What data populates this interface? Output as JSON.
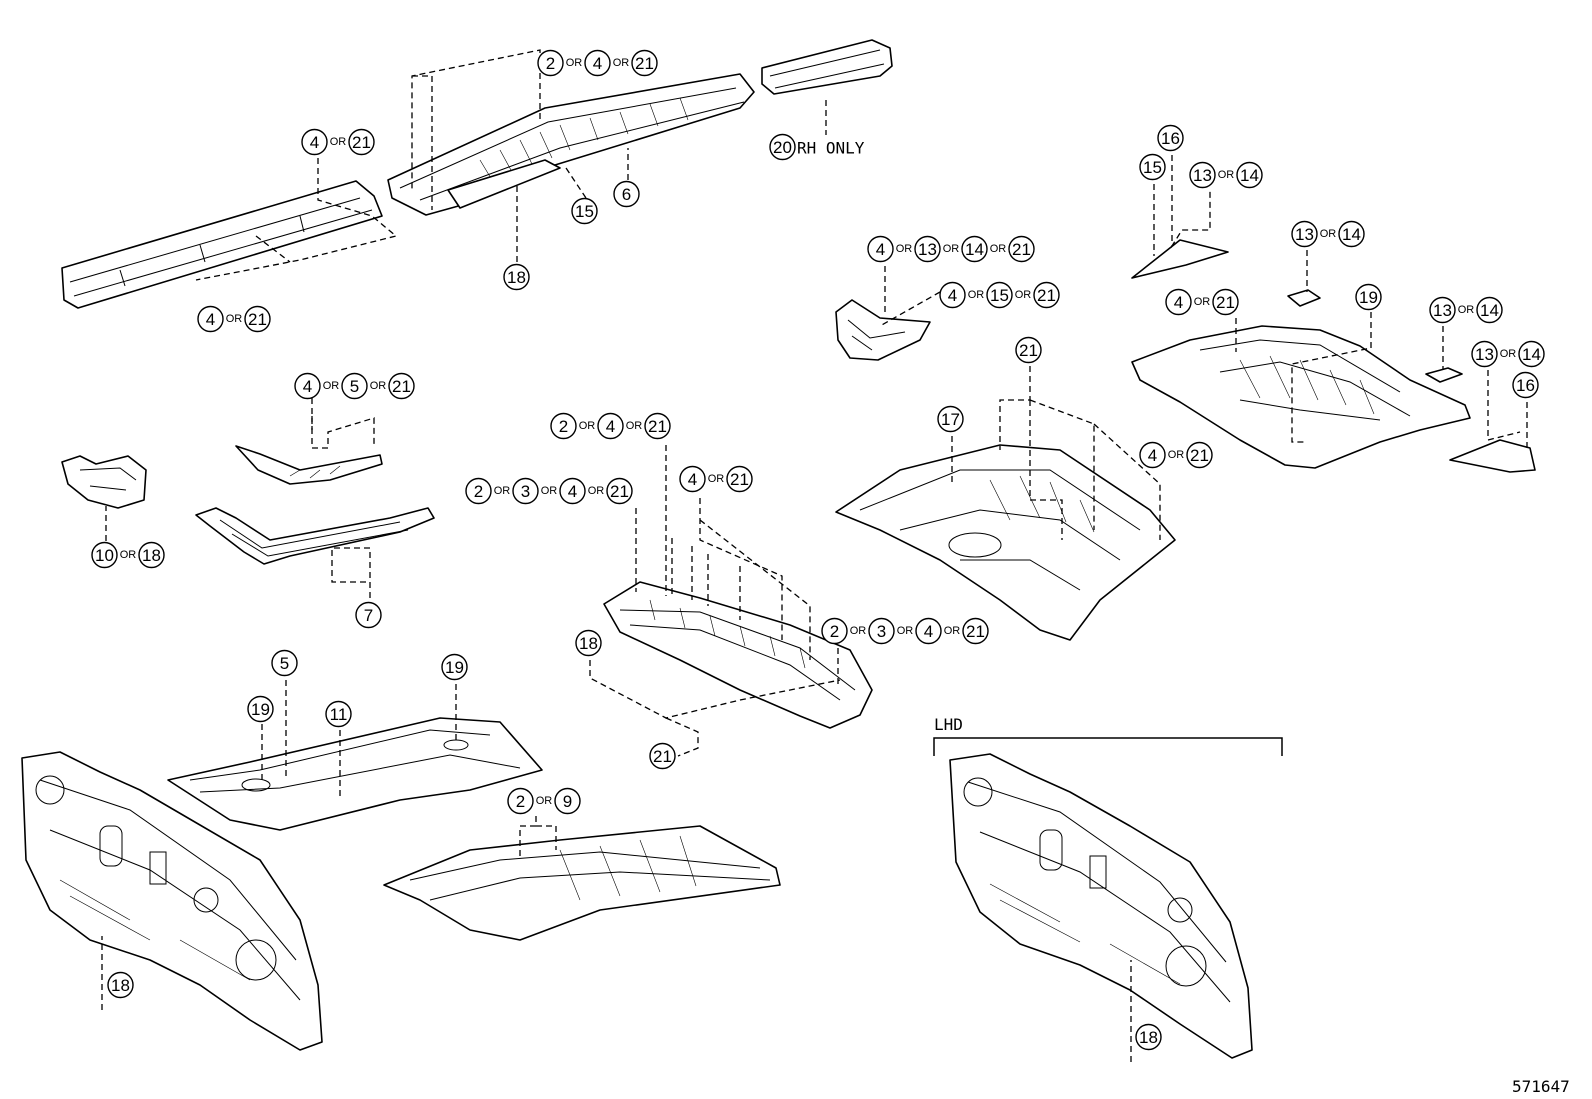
{
  "diagram": {
    "section_label": "LHD",
    "figure_number": "571647",
    "callouts": [
      {
        "id": "c1",
        "parts": [
          "2",
          "4",
          "21"
        ]
      },
      {
        "id": "c2",
        "parts": [
          "20"
        ],
        "suffix": "RH ONLY"
      },
      {
        "id": "c3",
        "parts": [
          "4",
          "21"
        ]
      },
      {
        "id": "c4",
        "parts": [
          "15"
        ]
      },
      {
        "id": "c5",
        "parts": [
          "6"
        ]
      },
      {
        "id": "c6",
        "parts": [
          "18"
        ]
      },
      {
        "id": "c7",
        "parts": [
          "4",
          "21"
        ]
      },
      {
        "id": "c8",
        "parts": [
          "16"
        ]
      },
      {
        "id": "c9",
        "parts": [
          "15"
        ]
      },
      {
        "id": "c10",
        "parts": [
          "13",
          "14"
        ]
      },
      {
        "id": "c11",
        "parts": [
          "13",
          "14"
        ]
      },
      {
        "id": "c12",
        "parts": [
          "4",
          "13",
          "14",
          "21"
        ]
      },
      {
        "id": "c13",
        "parts": [
          "4",
          "15",
          "21"
        ]
      },
      {
        "id": "c14",
        "parts": [
          "4",
          "21"
        ]
      },
      {
        "id": "c15",
        "parts": [
          "19"
        ]
      },
      {
        "id": "c16",
        "parts": [
          "13",
          "14"
        ]
      },
      {
        "id": "c17",
        "parts": [
          "13",
          "14"
        ]
      },
      {
        "id": "c18",
        "parts": [
          "16"
        ]
      },
      {
        "id": "c19",
        "parts": [
          "21"
        ]
      },
      {
        "id": "c20",
        "parts": [
          "4",
          "5",
          "21"
        ]
      },
      {
        "id": "c21",
        "parts": [
          "17"
        ]
      },
      {
        "id": "c22",
        "parts": [
          "4",
          "21"
        ]
      },
      {
        "id": "c23",
        "parts": [
          "2",
          "4",
          "21"
        ]
      },
      {
        "id": "c24",
        "parts": [
          "2",
          "3",
          "4",
          "21"
        ]
      },
      {
        "id": "c25",
        "parts": [
          "4",
          "21"
        ]
      },
      {
        "id": "c26",
        "parts": [
          "10",
          "18"
        ]
      },
      {
        "id": "c27",
        "parts": [
          "7"
        ]
      },
      {
        "id": "c28",
        "parts": [
          "2",
          "3",
          "4",
          "21"
        ]
      },
      {
        "id": "c29",
        "parts": [
          "18"
        ]
      },
      {
        "id": "c30",
        "parts": [
          "5"
        ]
      },
      {
        "id": "c31",
        "parts": [
          "19"
        ]
      },
      {
        "id": "c32",
        "parts": [
          "19"
        ]
      },
      {
        "id": "c33",
        "parts": [
          "11"
        ]
      },
      {
        "id": "c34",
        "parts": [
          "21"
        ]
      },
      {
        "id": "c35",
        "parts": [
          "2",
          "9"
        ]
      },
      {
        "id": "c36",
        "parts": [
          "18"
        ]
      },
      {
        "id": "c37",
        "parts": [
          "18"
        ]
      }
    ],
    "connector_word": "OR"
  }
}
